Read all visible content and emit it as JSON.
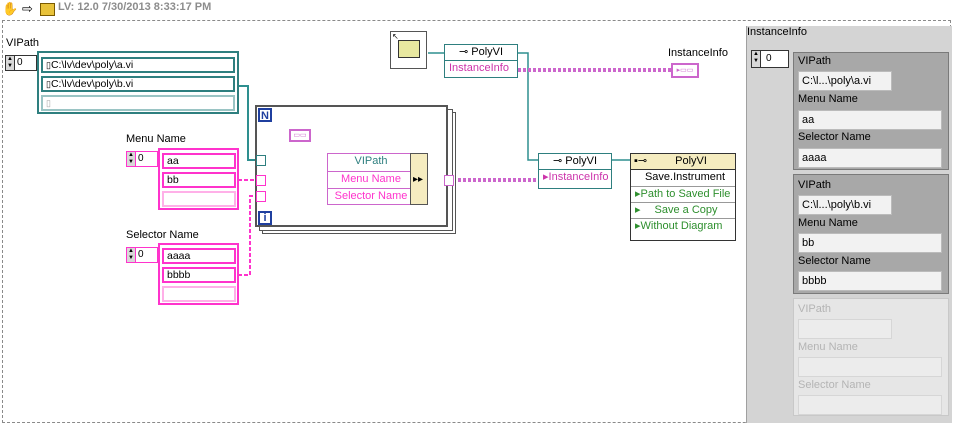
{
  "header": {
    "title": "LV: 12.0 7/30/2013 8:33:17 PM"
  },
  "colors": {
    "path": "#2e7f7f",
    "string": "#ff33cc",
    "cluster": "#cc66cc",
    "loop": "#1f3f9f"
  },
  "vipath": {
    "label": "VIPath",
    "index": "0",
    "items": [
      "C:\\lv\\dev\\poly\\a.vi",
      "C:\\lv\\dev\\poly\\b.vi"
    ]
  },
  "menu_name": {
    "label": "Menu Name",
    "index": "0",
    "items": [
      "aa",
      "bb"
    ]
  },
  "selector_name": {
    "label": "Selector Name",
    "index": "0",
    "items": [
      "aaaa",
      "bbbb"
    ]
  },
  "loop": {
    "count_terminal": "N",
    "iteration_terminal": "i"
  },
  "bundle": {
    "rows": [
      "VIPath",
      "Menu Name",
      "Selector Name"
    ]
  },
  "property_node_1": {
    "class": "PolyVI",
    "property": "InstanceInfo"
  },
  "property_node_2": {
    "class": "PolyVI",
    "property": "InstanceInfo"
  },
  "indicator_label": "InstanceInfo",
  "invoke_node": {
    "class": "PolyVI",
    "method": "Save.Instrument",
    "params": [
      "Path to Saved File",
      "Save a Copy",
      "Without Diagram"
    ]
  },
  "panel": {
    "title": "InstanceInfo",
    "index": "0",
    "field_labels": [
      "VIPath",
      "Menu Name",
      "Selector Name"
    ],
    "entries": [
      {
        "vipath": "C:\\l...\\poly\\a.vi",
        "menu": "aa",
        "selector": "aaaa"
      },
      {
        "vipath": "C:\\l...\\poly\\b.vi",
        "menu": "bb",
        "selector": "bbbb"
      }
    ]
  }
}
